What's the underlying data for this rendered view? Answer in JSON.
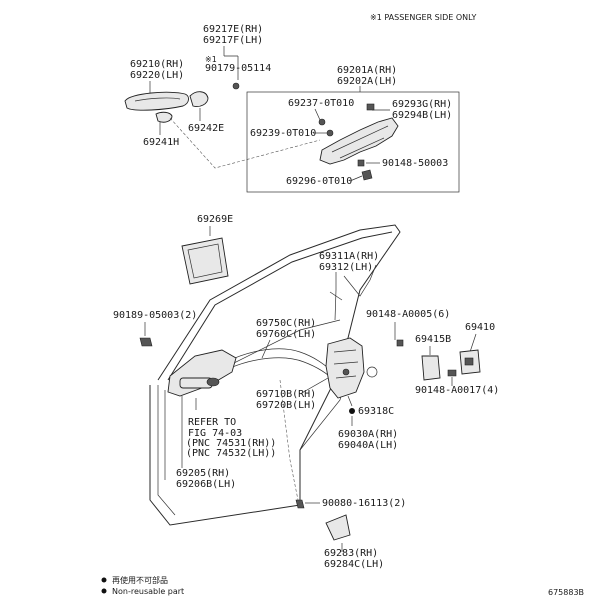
{
  "header_note": "※1 PASSENGER SIDE ONLY",
  "labels": {
    "l69217": "69217E(RH)",
    "l69217b": "69217F(LH)",
    "l_ref1": "※1",
    "l90179": "90179-05114",
    "l69210": "69210(RH)",
    "l69220": "69220(LH)",
    "l69242": "69242E",
    "l69241": "69241H",
    "l69201": "69201A(RH)",
    "l69202": "69202A(LH)",
    "l69237": "69237-0T010",
    "l69293": "69293G(RH)",
    "l69294": "69294B(LH)",
    "l69239": "69239-0T010",
    "l90148a": "90148-50003",
    "l69296": "69296-0T010",
    "l69269": "69269E",
    "l69311": "69311A(RH)",
    "l69312": "69312(LH)",
    "l90189": "90189-05003(2)",
    "l90148b": "90148-A0005(6)",
    "l69410": "69410",
    "l69415": "69415B",
    "l69750": "69750C(RH)",
    "l69760": "69760C(LH)",
    "l90148c": "90148-A0017(4)",
    "l69710": "69710B(RH)",
    "l69720": "69720B(LH)",
    "l69318": "69318C",
    "l_ref2": "REFER TO",
    "l_ref3": "FIG 74-03",
    "l_ref4": "(PNC 74531(RH))",
    "l_ref5": "(PNC 74532(LH))",
    "l69030": "69030A(RH)",
    "l69040": "69040A(LH)",
    "l69205": "69205(RH)",
    "l69206": "69206B(LH)",
    "l90080": "90080-16113(2)",
    "l69283": "69283(RH)",
    "l69284": "69284C(LH)"
  },
  "legend": {
    "non_reusable": "再使用不可部品",
    "non_reusable_en": "Non-reusable part"
  },
  "figure_code": "675883B"
}
